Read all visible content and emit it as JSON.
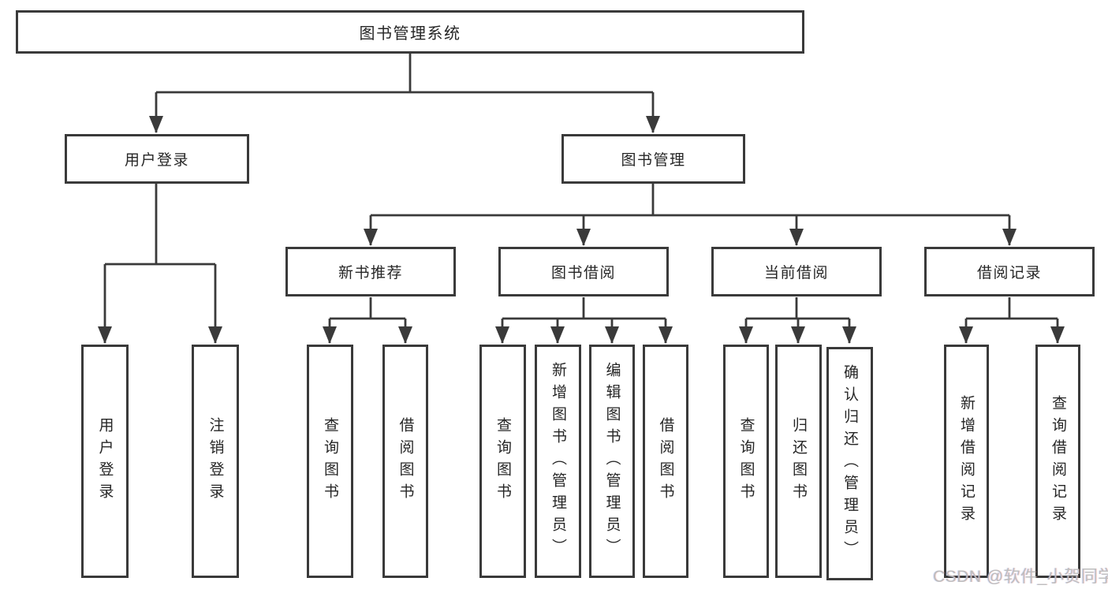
{
  "diagram": {
    "root": {
      "label": "图书管理系统"
    },
    "level2": [
      {
        "id": "user-login",
        "label": "用户登录"
      },
      {
        "id": "book-management",
        "label": "图书管理"
      }
    ],
    "level3": [
      {
        "id": "new-book-recommend",
        "parent": "图书管理",
        "label": "新书推荐"
      },
      {
        "id": "book-borrowing",
        "parent": "图书管理",
        "label": "图书借阅"
      },
      {
        "id": "current-borrowing",
        "parent": "图书管理",
        "label": "当前借阅"
      },
      {
        "id": "borrowing-records",
        "parent": "图书管理",
        "label": "借阅记录"
      }
    ],
    "leaves": [
      {
        "parent": "用户登录",
        "label": "用户登录"
      },
      {
        "parent": "用户登录",
        "label": "注销登录"
      },
      {
        "parent": "新书推荐",
        "label": "查询图书"
      },
      {
        "parent": "新书推荐",
        "label": "借阅图书"
      },
      {
        "parent": "图书借阅",
        "label": "查询图书"
      },
      {
        "parent": "图书借阅",
        "label": "新增图书（管理员）"
      },
      {
        "parent": "图书借阅",
        "label": "编辑图书（管理员）"
      },
      {
        "parent": "图书借阅",
        "label": "借阅图书"
      },
      {
        "parent": "当前借阅",
        "label": "查询图书"
      },
      {
        "parent": "当前借阅",
        "label": "归还图书"
      },
      {
        "parent": "当前借阅",
        "label": "确认归还（管理员）"
      },
      {
        "parent": "借阅记录",
        "label": "新增借阅记录"
      },
      {
        "parent": "借阅记录",
        "label": "查询借阅记录"
      }
    ],
    "colors": {
      "line": "#3a3a3a",
      "text": "#262626",
      "box_fill": "#ffffff",
      "background": "#ffffff",
      "watermark": "#bdbdbd"
    }
  },
  "watermark": {
    "text": "CSDN @软件_小贺同学"
  }
}
